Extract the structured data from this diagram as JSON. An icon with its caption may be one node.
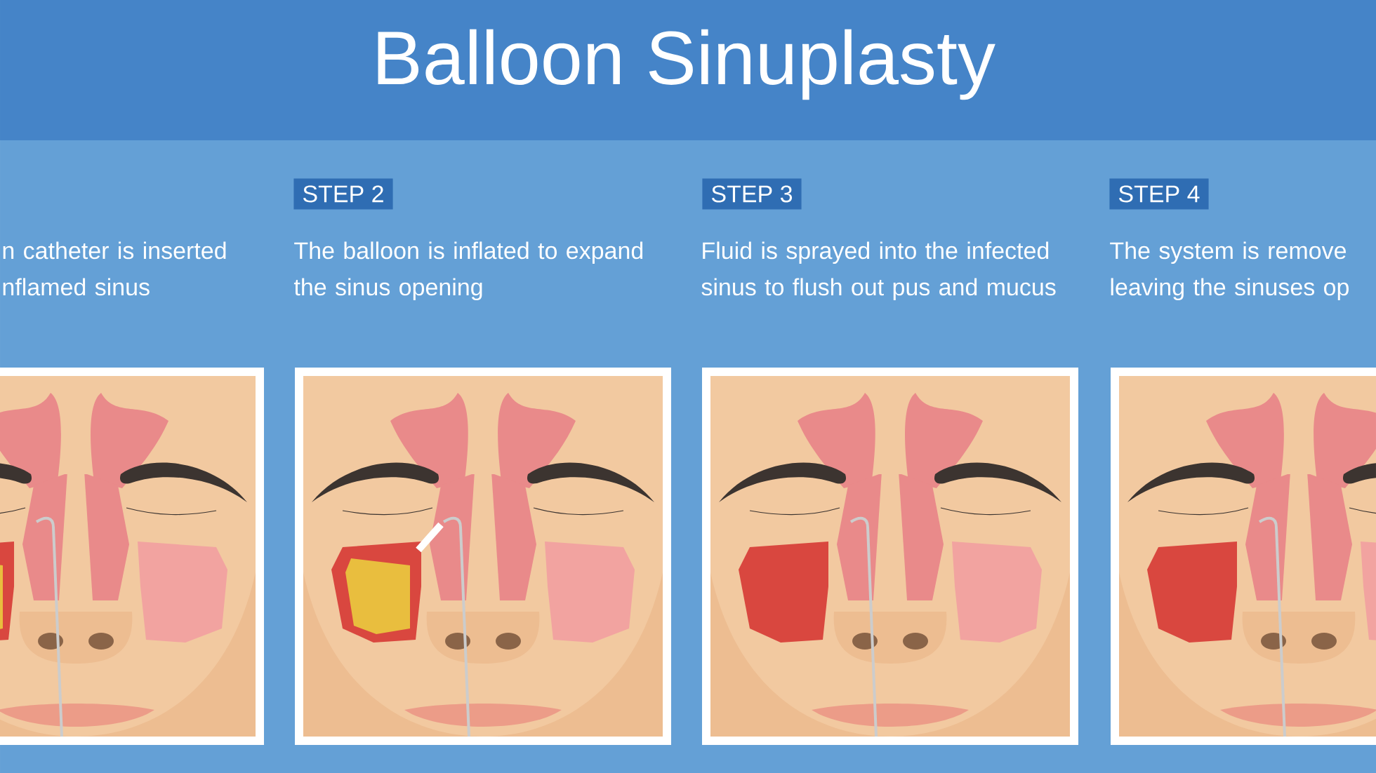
{
  "diagram": {
    "title": "Balloon Sinuplasty",
    "labels": [
      "STEP 2",
      "STEP 3",
      "STEP 4",
      "n catheter is inserted nflamed sinus",
      "The balloon is inflated to expand the sinus opening",
      "Fluid is sprayed into the infected sinus to flush out pus and mucus",
      "The system is remove leaving the sinuses op"
    ]
  }
}
